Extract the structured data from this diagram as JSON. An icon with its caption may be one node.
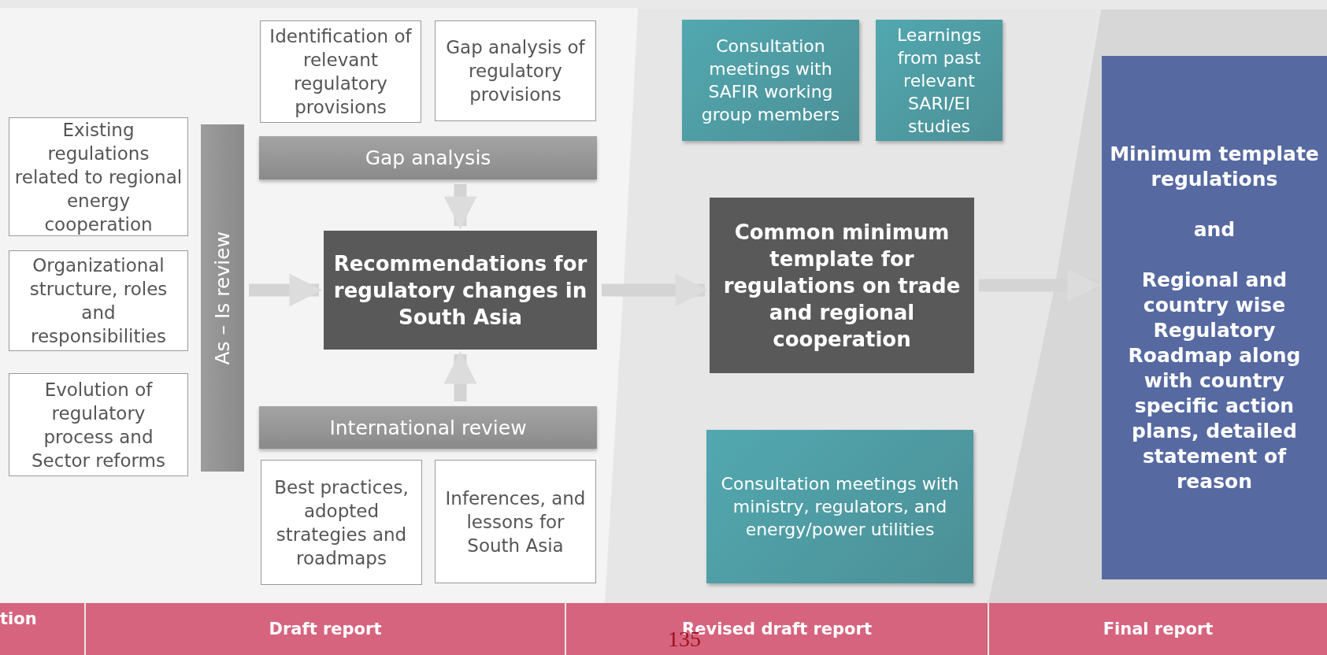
{
  "diagram": {
    "nodes": [
      {
        "text": [
          "Identification of relevant regulatory provisions"
        ]
      },
      {
        "text": [
          "Gap analysis of regulatory provisions"
        ]
      },
      {
        "text": [
          "Existing regulations related to regional energy cooperation"
        ]
      },
      {
        "text": [
          "Organizational structure, roles and responsibilities"
        ]
      },
      {
        "text": [
          "Evolution of regulatory process and Sector reforms"
        ]
      },
      {
        "text": [
          "As – Is review"
        ]
      },
      {
        "text": [
          "Gap analysis"
        ]
      },
      {
        "text": [
          "Recommendations for regulatory changes in South Asia"
        ]
      },
      {
        "text": [
          "International review"
        ]
      },
      {
        "text": [
          "Best practices, adopted strategies and roadmaps"
        ]
      },
      {
        "text": [
          "Inferences, and lessons for South Asia"
        ]
      },
      {
        "text": [
          "Consultation meetings with SAFIR working group members"
        ]
      },
      {
        "text": [
          "Learnings from past relevant SARI/EI studies"
        ]
      },
      {
        "text": [
          "Common minimum template for regulations on trade and regional cooperation"
        ]
      },
      {
        "text": [
          "Consultation meetings with ministry, regulators, and energy/power utilities"
        ]
      },
      {
        "text": [
          "Minimum template regulations",
          "and",
          "Regional and country wise Regulatory Roadmap along with country specific action plans, detailed statement of reason"
        ]
      },
      {
        "text": [
          "tion"
        ]
      },
      {
        "text": [
          "Draft report"
        ]
      },
      {
        "text": [
          "Revised draft report"
        ]
      },
      {
        "text": [
          "Final report"
        ]
      }
    ],
    "edges": [
      {
        "from": 6,
        "to": 7,
        "arrow": "to"
      },
      {
        "from": 8,
        "to": 7,
        "arrow": "to"
      },
      {
        "from": 5,
        "to": 7,
        "arrow": "to"
      },
      {
        "from": 7,
        "to": 13,
        "arrow": "to"
      },
      {
        "from": 13,
        "to": 15,
        "arrow": "to"
      }
    ],
    "labels": [
      "135"
    ]
  }
}
